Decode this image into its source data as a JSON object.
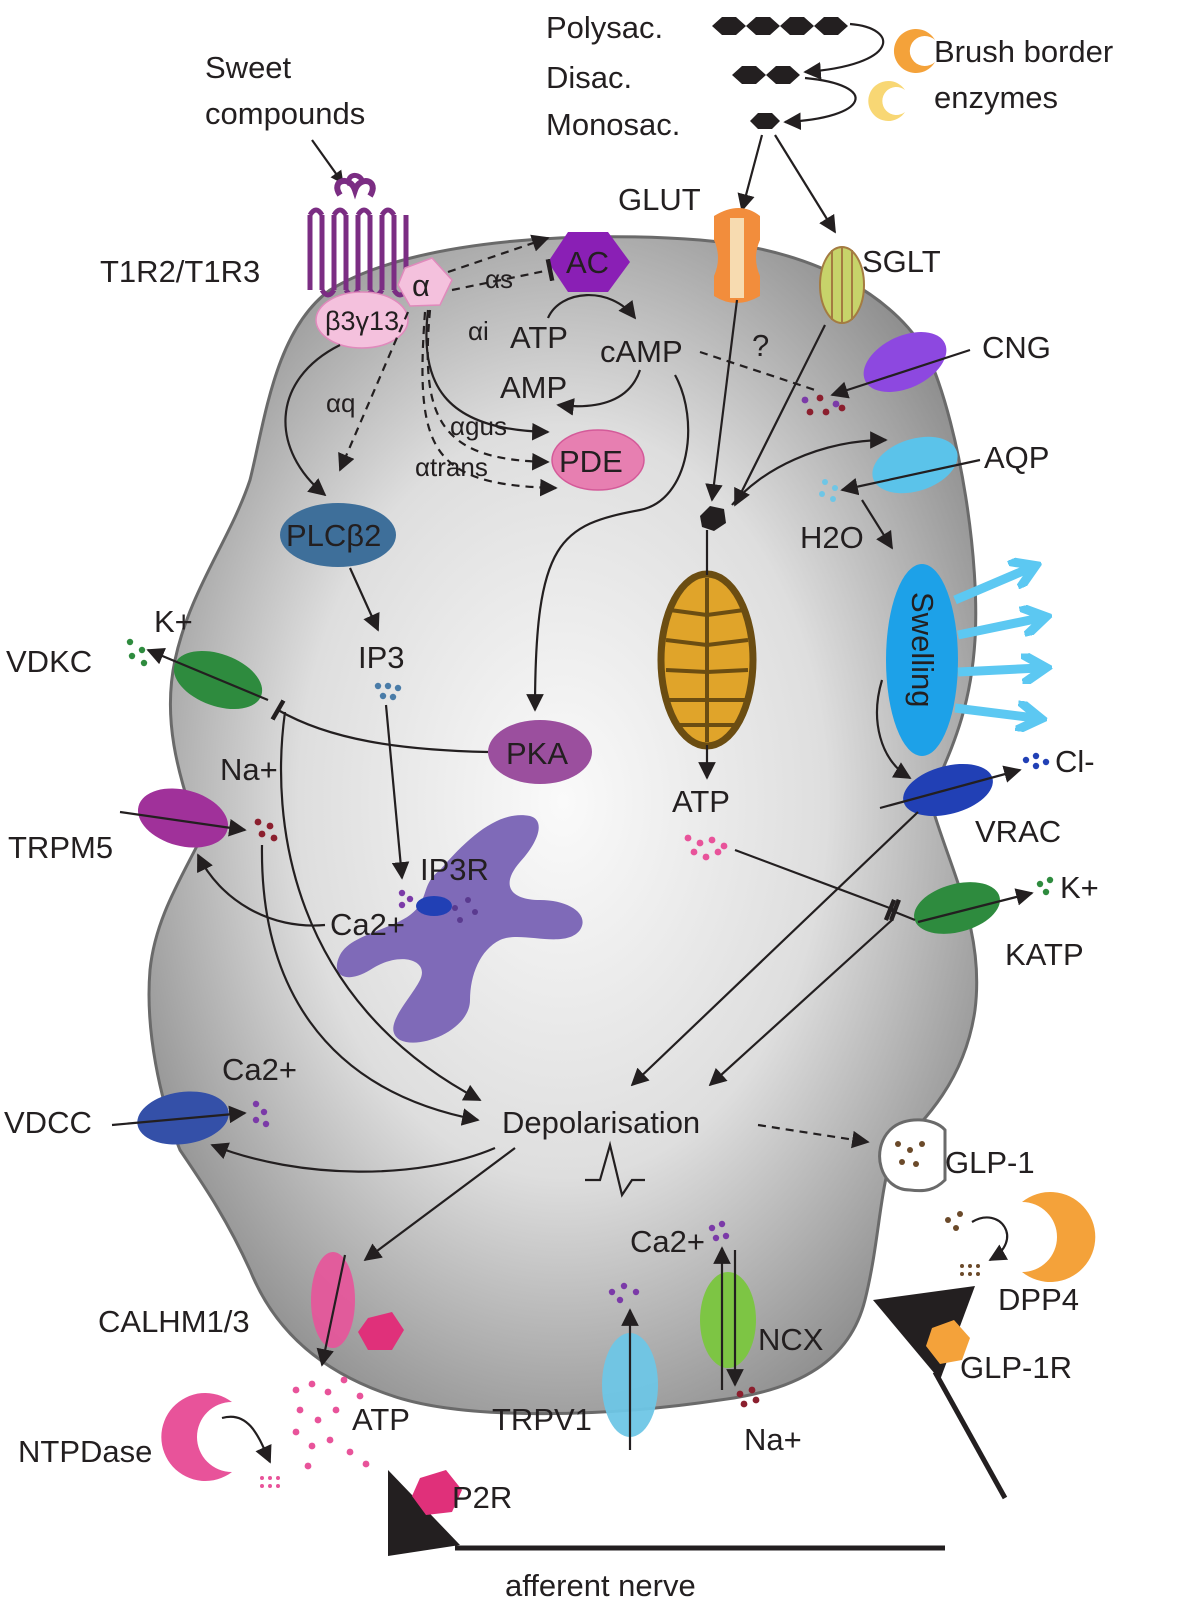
{
  "labels": {
    "sweet_line1": "Sweet",
    "sweet_line2": "compounds",
    "polysac": "Polysac.",
    "disac": "Disac.",
    "monosac": "Monosac.",
    "brush_line1": "Brush border",
    "brush_line2": "enzymes",
    "receptor": "T1R2/T1R3",
    "alpha": "α",
    "beta_gamma": "β3γ13",
    "alpha_s": "αs",
    "alpha_i": "αi",
    "alpha_q": "αq",
    "alpha_gus": "αgus",
    "alpha_trans": "αtrans",
    "ac": "AC",
    "atp_top": "ATP",
    "camp": "cAMP",
    "amp": "AMP",
    "pde": "PDE",
    "glut": "GLUT",
    "sglt": "SGLT",
    "question": "?",
    "cng": "CNG",
    "aqp": "AQP",
    "h2o": "H2O",
    "plcb2": "PLCβ2",
    "ip3": "IP3",
    "swelling": "Swelling",
    "k_left": "K+",
    "vdkc": "VDKC",
    "pka": "PKA",
    "na_left": "Na+",
    "trpm5": "TRPM5",
    "ip3r": "IP3R",
    "ca_er": "Ca2+",
    "atp_mito": "ATP",
    "cl": "Cl-",
    "vrac": "VRAC",
    "k_right": "K+",
    "katp": "KATP",
    "ca_vdcc": "Ca2+",
    "vdcc": "VDCC",
    "depolarisation": "Depolarisation",
    "glp1": "GLP-1",
    "ca_ncx": "Ca2+",
    "ncx": "NCX",
    "calhm": "CALHM1/3",
    "atp_bottom": "ATP",
    "trpv1": "TRPV1",
    "na_bottom": "Na+",
    "dpp4": "DPP4",
    "glp1r": "GLP-1R",
    "ntpdase": "NTPDase",
    "p2r": "P2R",
    "afferent": "afferent nerve"
  },
  "colors": {
    "cell_fill_center": "#f7f7f7",
    "cell_fill_edge": "#8c8c8c",
    "receptor": "#7b2d83",
    "ac": "#8a1fb5",
    "pde": "#e77fb1",
    "glut": "#f28d3c",
    "sglt": "#c7d36a",
    "cng": "#8d48e0",
    "aqp": "#5bc3ea",
    "plcb2": "#3e6f9a",
    "swelling": "#1da1e8",
    "vdkc": "#2e8b3e",
    "pka": "#9b4f9e",
    "trpm5": "#a0319a",
    "er": "#7f6ab8",
    "mito": "#e0a42a",
    "vrac": "#2140b5",
    "katp": "#2e8b3e",
    "vdcc": "#3450a8",
    "ncx": "#7dc544",
    "calhm": "#e8539a",
    "trpv1": "#6ec6e6",
    "dpp4": "#f4a23a",
    "glp1r": "#f4a23a",
    "ntpdase": "#e8539a",
    "p2r": "#e0307a"
  }
}
